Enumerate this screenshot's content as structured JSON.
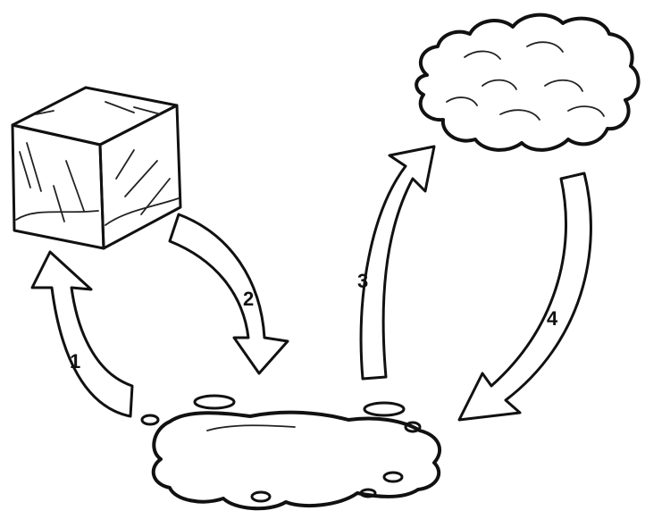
{
  "diagram": {
    "states": [
      {
        "id": "ice",
        "icon": "ice-cube-icon"
      },
      {
        "id": "water",
        "icon": "water-puddle-icon"
      },
      {
        "id": "vapor",
        "icon": "cloud-icon"
      }
    ],
    "arrows": [
      {
        "label": "1",
        "from": "water",
        "to": "ice"
      },
      {
        "label": "2",
        "from": "ice",
        "to": "water"
      },
      {
        "label": "3",
        "from": "water",
        "to": "vapor"
      },
      {
        "label": "4",
        "from": "vapor",
        "to": "water"
      }
    ]
  }
}
